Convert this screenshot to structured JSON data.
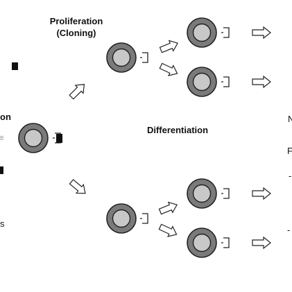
{
  "labels": {
    "proliferation": "Proliferation",
    "cloning": "(Cloning)",
    "differentiation": "Differentiation"
  },
  "edge_fragments": {
    "left_on": "on",
    "left_s": "s",
    "left_faint": "≡",
    "right_n": "N",
    "right_f": "F",
    "right_dash": "-",
    "right_dash2": "-"
  },
  "colors": {
    "cell_ring": "#7a7a7a",
    "cell_nucleus": "#c8c8c8",
    "outline": "#222222",
    "background": "#ffffff"
  }
}
